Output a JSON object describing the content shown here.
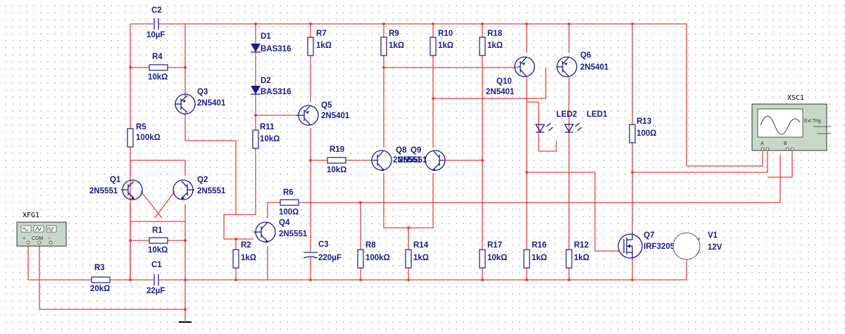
{
  "components": {
    "C2": {
      "ref": "C2",
      "value": "10µF"
    },
    "R4": {
      "ref": "R4",
      "value": "10kΩ"
    },
    "Q3": {
      "ref": "Q3",
      "part": "2N5401"
    },
    "R5": {
      "ref": "R5",
      "value": "100kΩ"
    },
    "Q1": {
      "ref": "Q1",
      "part": "2N5551"
    },
    "Q2": {
      "ref": "Q2",
      "part": "2N5551"
    },
    "R1": {
      "ref": "R1",
      "value": "10kΩ"
    },
    "C1": {
      "ref": "C1",
      "value": "22µF"
    },
    "R3": {
      "ref": "R3",
      "value": "20kΩ"
    },
    "XFG1": {
      "ref": "XFG1",
      "com": "COM"
    },
    "D1": {
      "ref": "D1",
      "part": "BAS316"
    },
    "D2": {
      "ref": "D2",
      "part": "BAS316"
    },
    "R7": {
      "ref": "R7",
      "value": "1kΩ"
    },
    "Q5": {
      "ref": "Q5",
      "part": "2N5401"
    },
    "R11": {
      "ref": "R11",
      "value": "10kΩ"
    },
    "R19": {
      "ref": "R19",
      "value": "10kΩ"
    },
    "R6": {
      "ref": "R6",
      "value": "100Ω"
    },
    "Q4": {
      "ref": "Q4",
      "part": "2N5551"
    },
    "R2": {
      "ref": "R2",
      "value": "1kΩ"
    },
    "C3": {
      "ref": "C3",
      "value": "220µF"
    },
    "R9": {
      "ref": "R9",
      "value": "1kΩ"
    },
    "R10": {
      "ref": "R10",
      "value": "1kΩ"
    },
    "Q8": {
      "ref": "Q8",
      "part": "2N5551"
    },
    "Q9": {
      "ref": "Q9",
      "part": "2N5551"
    },
    "R8": {
      "ref": "R8",
      "value": "100kΩ"
    },
    "R14": {
      "ref": "R14",
      "value": "1kΩ"
    },
    "R18": {
      "ref": "R18",
      "value": "1kΩ"
    },
    "Q10": {
      "ref": "Q10",
      "part": "2N5401"
    },
    "Q6": {
      "ref": "Q6",
      "part": "2N5401"
    },
    "LED1": {
      "ref": "LED1"
    },
    "LED2": {
      "ref": "LED2"
    },
    "R17": {
      "ref": "R17",
      "value": "10kΩ"
    },
    "R16": {
      "ref": "R16",
      "value": "1kΩ"
    },
    "R12": {
      "ref": "R12",
      "value": "1kΩ"
    },
    "R13": {
      "ref": "R13",
      "value": "100Ω"
    },
    "Q7": {
      "ref": "Q7",
      "part": "IRF3205"
    },
    "V1": {
      "ref": "V1",
      "value": "12V",
      "plus": "+",
      "minus": "−"
    },
    "XSC1": {
      "ref": "XSC1",
      "ext_trig": "Ext Trig",
      "ch_a": "A",
      "ch_b": "B"
    }
  },
  "colors": {
    "wire": "#e8403a",
    "component": "#1a1a8c",
    "background": "#ffffff",
    "grid_dot": "#c6c6c6"
  }
}
